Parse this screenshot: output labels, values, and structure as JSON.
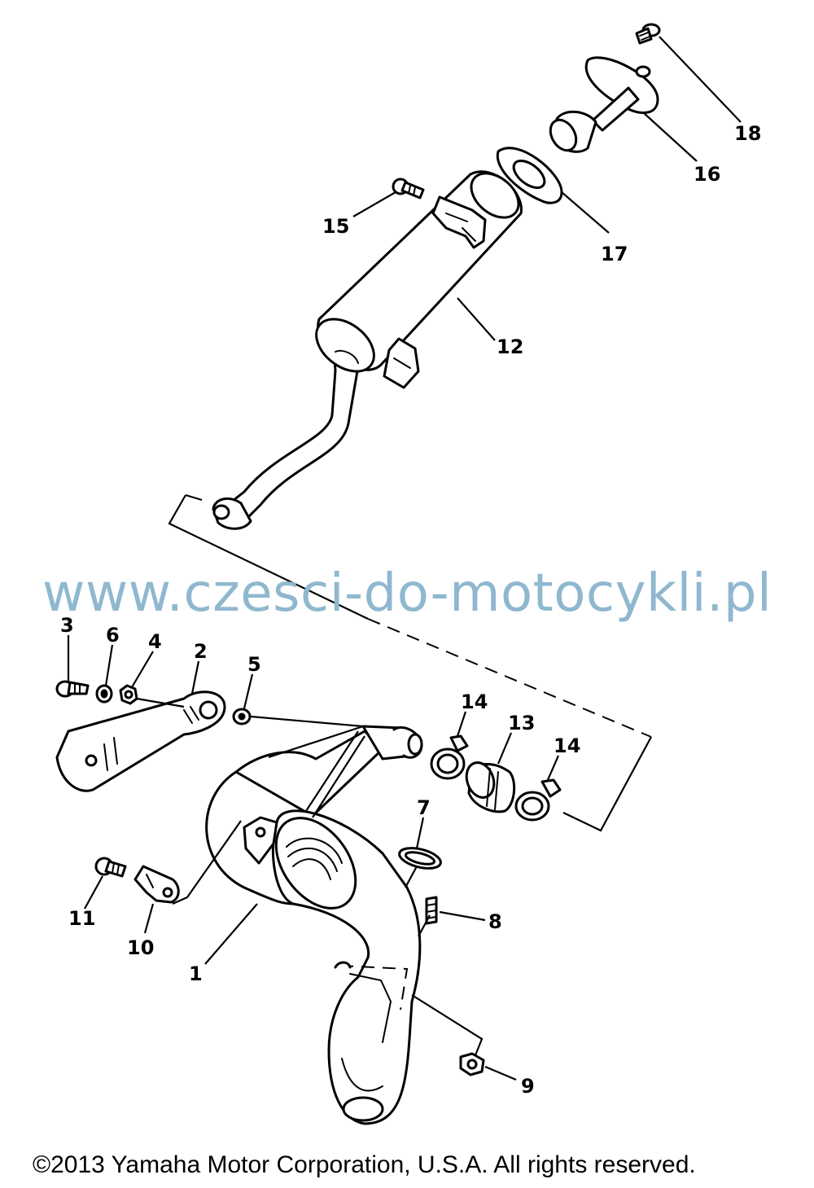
{
  "watermark": "www.czesci-do-motocykli.pl",
  "copyright": "©2013 Yamaha Motor Corporation, U.S.A. All rights reserved.",
  "callouts": [
    "1",
    "2",
    "3",
    "4",
    "5",
    "6",
    "7",
    "8",
    "9",
    "10",
    "11",
    "12",
    "13",
    "14",
    "14",
    "15",
    "16",
    "17",
    "18"
  ]
}
